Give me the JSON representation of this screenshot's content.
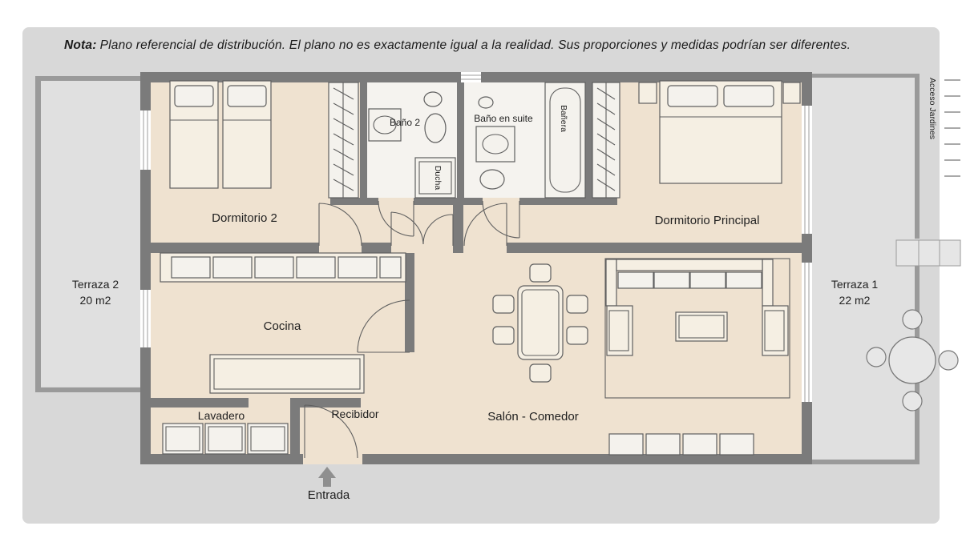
{
  "note": {
    "prefix": "Nota:",
    "text": "Plano referencial de distribución. El plano no es exactamente igual a la realidad. Sus proporciones y medidas podrían ser diferentes."
  },
  "rooms": {
    "dormitorio2": "Dormitorio 2",
    "bano2": "Baño 2",
    "bano_suite": "Baño en suite",
    "banera": "Bañera",
    "ducha": "Ducha",
    "dormitorio_principal": "Dormitorio Principal",
    "cocina": "Cocina",
    "lavadero": "Lavadero",
    "recibidor": "Recibidor",
    "salon": "Salón - Comedor",
    "entrada": "Entrada"
  },
  "terraces": {
    "t2_name": "Terraza 2",
    "t2_area": "20 m2",
    "t1_name": "Terraza 1",
    "t1_area": "22 m2",
    "acceso": "Acceso Jardines"
  },
  "colors": {
    "wall": "#7b7b7b",
    "floor": "#efe2d0",
    "panel": "#d8d8d8"
  }
}
